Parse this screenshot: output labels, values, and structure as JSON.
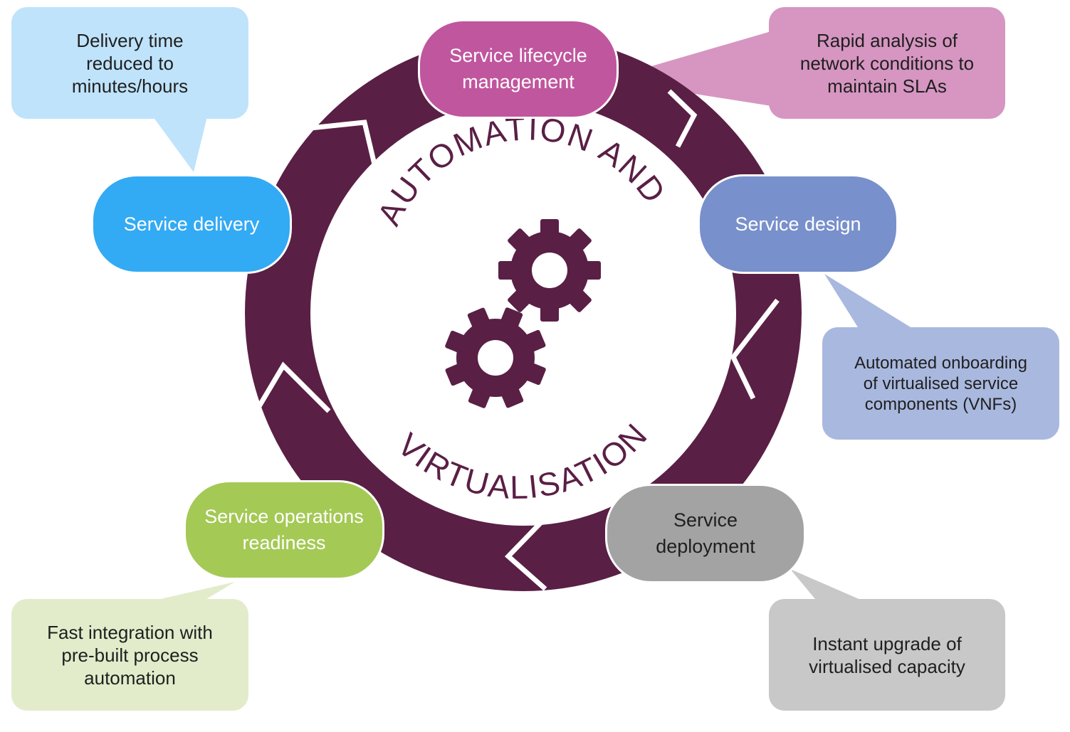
{
  "center": {
    "arc_top": "AUTOMATION AND",
    "arc_bottom": "VIRTUALISATION",
    "icon": "gears-icon"
  },
  "stages": [
    {
      "id": "lifecycle",
      "label": "Service lifecycle\nmanagement",
      "color": "#c0569e"
    },
    {
      "id": "design",
      "label": "Service design",
      "color": "#7890cb"
    },
    {
      "id": "deployment",
      "label": "Service\ndeployment",
      "color": "#a3a3a3"
    },
    {
      "id": "operations",
      "label": "Service operations\nreadiness",
      "color": "#a4c955"
    },
    {
      "id": "delivery",
      "label": "Service delivery",
      "color": "#33aaf4"
    }
  ],
  "callouts": [
    {
      "id": "delivery",
      "text": "Delivery time\nreduced to\nminutes/hours",
      "color": "#bfe3fb"
    },
    {
      "id": "lifecycle",
      "text": "Rapid analysis of\nnetwork conditions to\nmaintain SLAs",
      "color": "#d696c1"
    },
    {
      "id": "design",
      "text": "Automated onboarding\nof virtualised service\ncomponents (VNFs)",
      "color": "#a9b8de"
    },
    {
      "id": "deployment",
      "text": "Instant upgrade of\nvirtualised capacity",
      "color": "#c8c8c8"
    },
    {
      "id": "operations",
      "text": "Fast integration with\npre-built process\nautomation",
      "color": "#e2eccb"
    }
  ],
  "colors": {
    "ring": "#5a1f45",
    "ring_gap": "#ffffff"
  }
}
